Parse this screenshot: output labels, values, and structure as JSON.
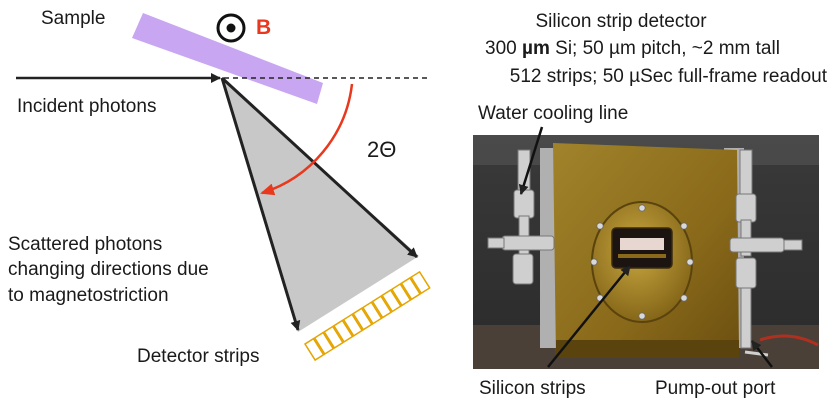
{
  "labels": {
    "sample": "Sample",
    "field_symbol": "B",
    "incident": "Incident photons",
    "angle": "2Θ",
    "scattered_1": "Scattered photons",
    "scattered_2": "changing directions due",
    "scattered_3": "to magnetostriction",
    "detector_strips": "Detector strips"
  },
  "detector_spec": {
    "title": "Silicon strip detector",
    "line1_a": "300 ",
    "line1_unit": "µm",
    "line1_b": " Si; 50 µm pitch, ~2 mm tall",
    "line2": "512 strips; 50 µSec full-frame readout"
  },
  "photo": {
    "cooling": "Water cooling line",
    "silicon": "Silicon strips",
    "pump": "Pump-out port"
  },
  "colors": {
    "sample_fill": "#c9a6f2",
    "cone_fill": "#c8c8c8",
    "angle_arc": "#e8381d",
    "field_label": "#e8381d",
    "strip_outline": "#e5a500",
    "arrow": "#222222",
    "housing": "#8a6a1a",
    "window_inner": "#e8d6d0"
  },
  "icons": {
    "field": "field-out-of-page-icon",
    "arrow": "arrow-head-icon"
  }
}
